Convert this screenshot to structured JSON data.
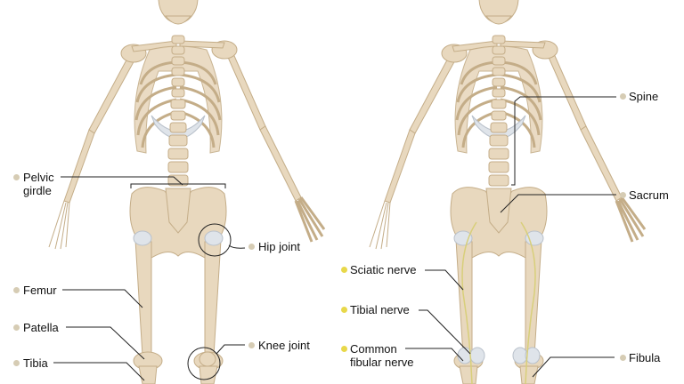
{
  "colors": {
    "bone": "#e8d8be",
    "cartilage": "#dfe4ea",
    "dot_bone": "#d6ccb4",
    "dot_nerve": "#e8d84a",
    "leader": "#222222"
  },
  "views": [
    "anterior",
    "posterior"
  ],
  "labels": {
    "pelvic_girdle": {
      "line1": "Pelvic",
      "line2": "girdle"
    },
    "hip_joint": "Hip joint",
    "femur": "Femur",
    "patella": "Patella",
    "tibia": "Tibia",
    "knee_joint": "Knee joint",
    "spine": "Spine",
    "sacrum": "Sacrum",
    "sciatic_nerve": "Sciatic nerve",
    "tibial_nerve": "Tibial nerve",
    "common_fibular_nerve": {
      "line1": "Common",
      "line2": "fibular nerve"
    },
    "fibula": "Fibula"
  }
}
